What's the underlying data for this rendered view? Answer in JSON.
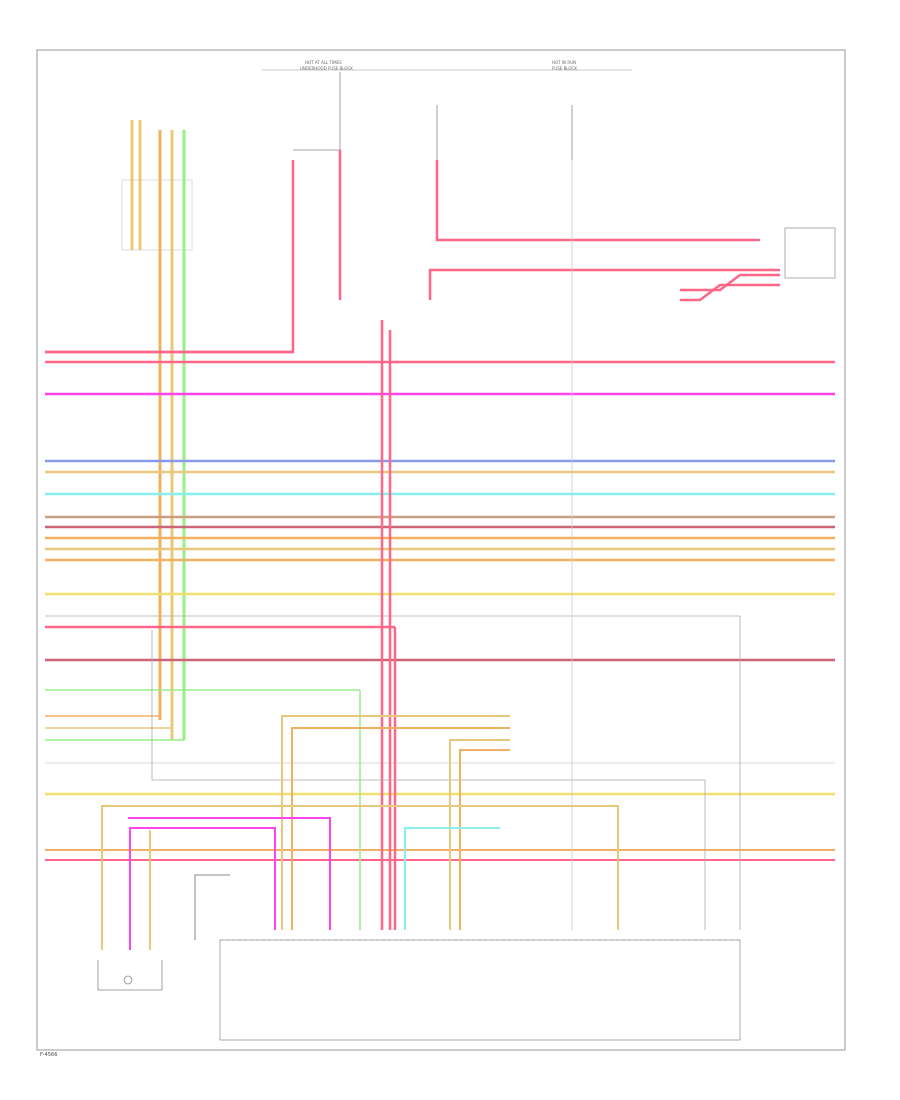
{
  "diagram": {
    "header": {
      "left_label": "HOT AT ALL TIMES",
      "left_sub": "UNDERHOOD FUSE BLOCK",
      "right_label": "HOT IN RUN",
      "right_sub": "FUSE BLOCK"
    },
    "footer_code": "F-4566"
  },
  "wires": {
    "colors": {
      "red": "#ff6688",
      "pink": "#ff66cc",
      "magenta": "#ff44ee",
      "blue": "#8899ee",
      "tan": "#e8c87a",
      "ltblue": "#88eeee",
      "brown": "#c8a080",
      "darkred": "#cc6677",
      "orange": "#f0b060",
      "yellow": "#f0e070",
      "ltgreen": "#99ee88",
      "gray": "#aaaaaa",
      "black": "#333333"
    }
  }
}
